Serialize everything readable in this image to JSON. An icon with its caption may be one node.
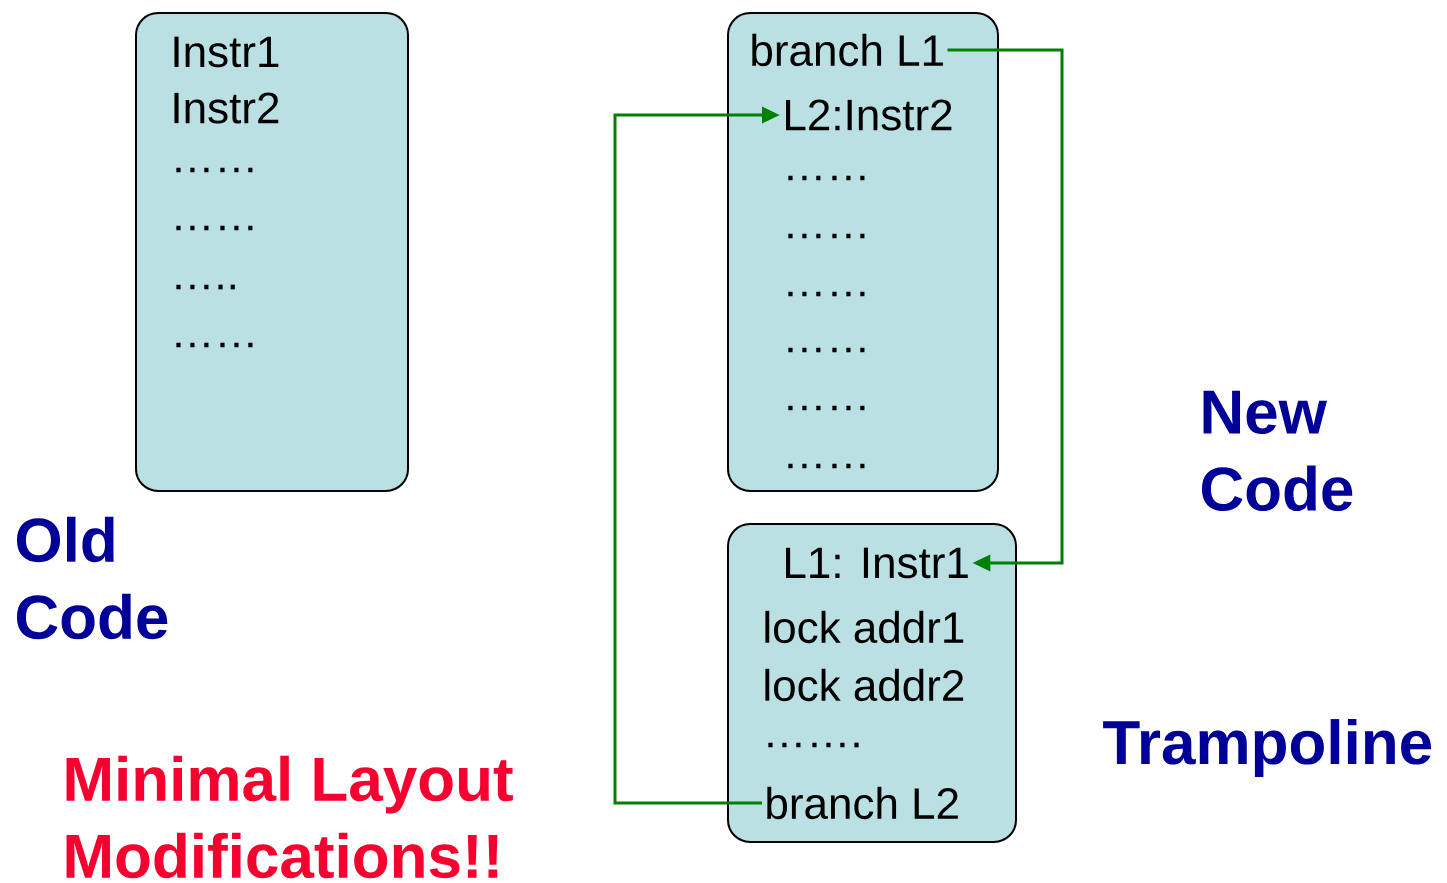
{
  "diagram": {
    "nodes": [
      {
        "text": [
          "Instr1",
          "Instr2",
          "……",
          "……",
          "…..",
          "……"
        ]
      },
      {
        "text": [
          "……",
          "……",
          "……",
          "……",
          "……",
          "……"
        ]
      },
      {
        "text": [
          "branch L1"
        ],
        "in": 1
      },
      {
        "text": [
          "L2:Instr2"
        ],
        "in": 1
      },
      {
        "text": [
          "lock addr1",
          "lock addr2",
          "……."
        ]
      },
      {
        "text": [
          "L1: Instr1"
        ],
        "in": 4
      },
      {
        "text": [
          "branch L2"
        ],
        "in": 4
      }
    ],
    "edges": [
      {
        "from": 2,
        "to": 5,
        "arrow": "to"
      },
      {
        "from": 6,
        "to": 3,
        "arrow": "to"
      }
    ],
    "labels": [
      "Old Code",
      "New Code",
      "Trampoline",
      "Minimal Layout Modifications!!"
    ]
  }
}
